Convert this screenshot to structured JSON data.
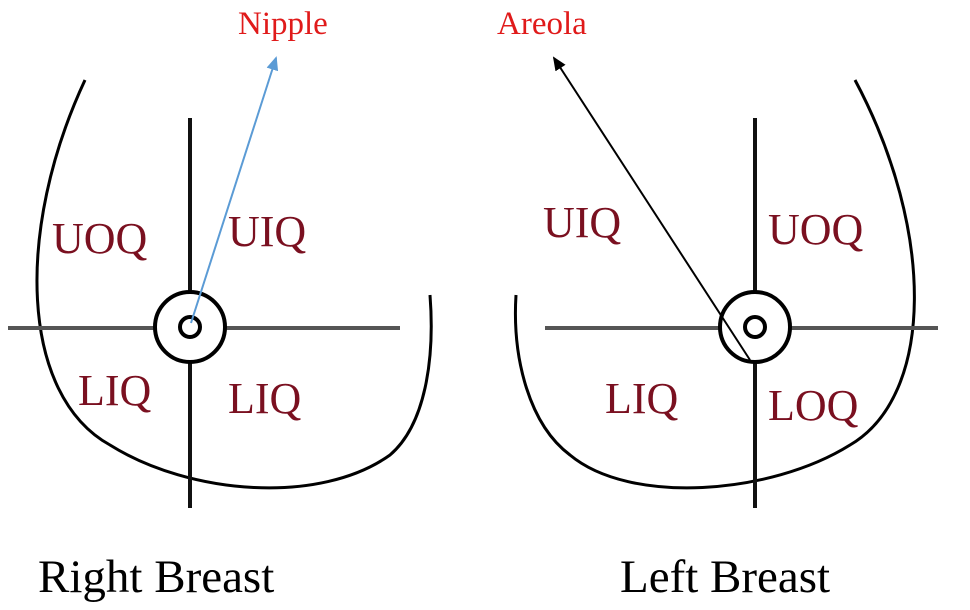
{
  "colors": {
    "quadrant_text": "#7a1020",
    "callout_text": "#e01a1a",
    "outline": "#000000",
    "axis": "#555555",
    "nipple_arrow": "#5b9bd5",
    "areola_arrow": "#000000",
    "caption_text": "#000000"
  },
  "callouts": {
    "nipple": "Nipple",
    "areola": "Areola"
  },
  "right_breast": {
    "caption": "Right Breast",
    "upper_left": "UOQ",
    "upper_right": "UIQ",
    "lower_left": "LIQ",
    "lower_right": "LIQ"
  },
  "left_breast": {
    "caption": "Left Breast",
    "upper_left": "UIQ",
    "upper_right": "UOQ",
    "lower_left": "LIQ",
    "lower_right": "LOQ"
  }
}
